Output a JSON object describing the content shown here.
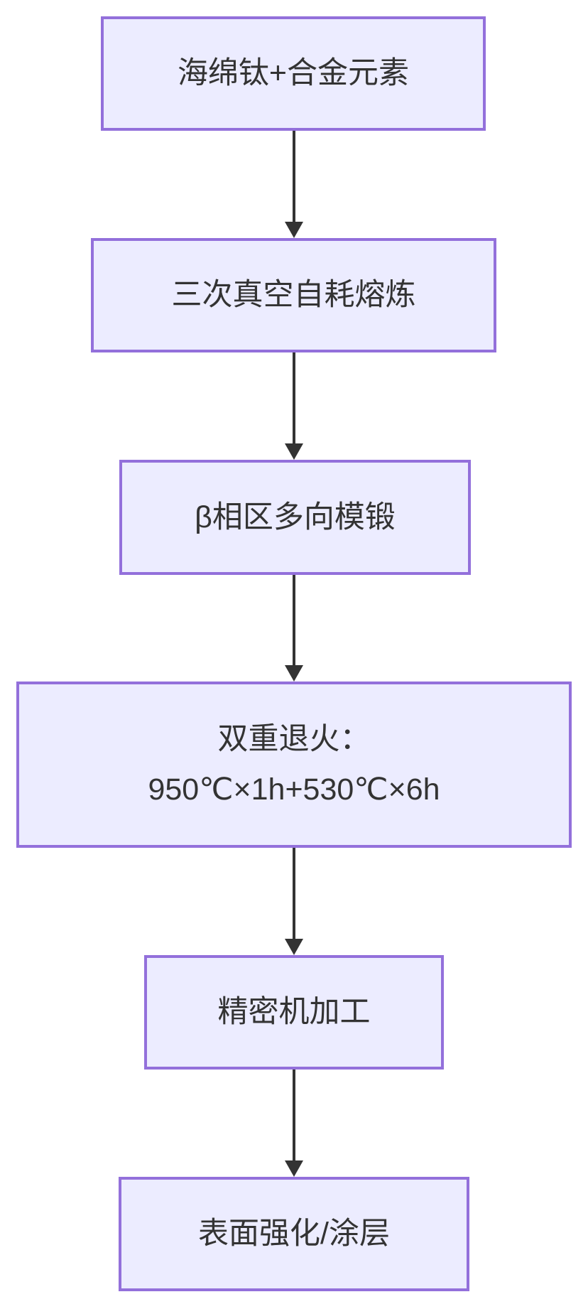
{
  "diagram": {
    "type": "flowchart",
    "direction": "top-down",
    "colors": {
      "node_fill": "#ECECFF",
      "node_border": "#9370DB",
      "text": "#333333",
      "arrow": "#333333",
      "background": "#FFFFFF"
    },
    "nodes": [
      {
        "id": "raw-material",
        "label": "海绵钛+合金元素"
      },
      {
        "id": "vacuum-melting",
        "label": "三次真空自耗熔炼"
      },
      {
        "id": "die-forging",
        "label": "β相区多向模锻"
      },
      {
        "id": "double-annealing",
        "label": "双重退火：\n950℃×1h+530℃×6h"
      },
      {
        "id": "machining",
        "label": "精密机加工"
      },
      {
        "id": "surface-coating",
        "label": "表面强化/涂层"
      }
    ],
    "edges": [
      {
        "from": "raw-material",
        "to": "vacuum-melting"
      },
      {
        "from": "vacuum-melting",
        "to": "die-forging"
      },
      {
        "from": "die-forging",
        "to": "double-annealing"
      },
      {
        "from": "double-annealing",
        "to": "machining"
      },
      {
        "from": "machining",
        "to": "surface-coating"
      }
    ]
  }
}
